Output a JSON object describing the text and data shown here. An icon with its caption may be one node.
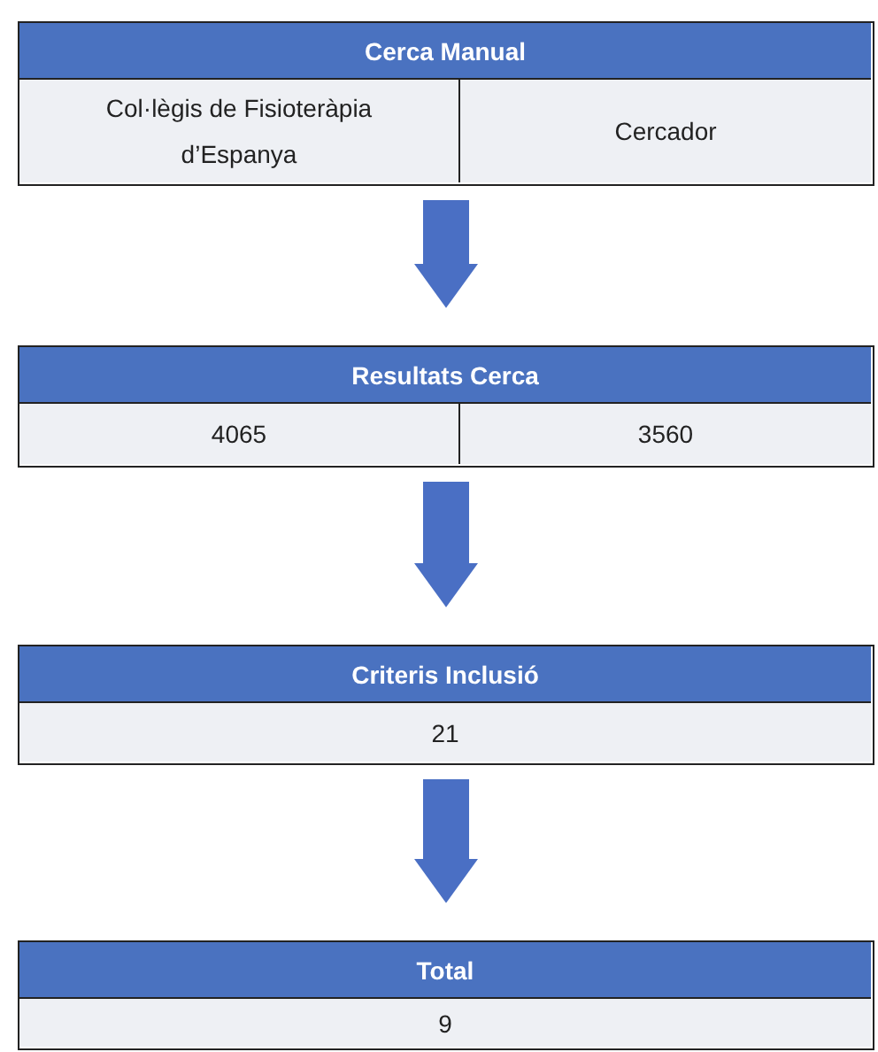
{
  "diagram": {
    "nodes": [
      {
        "text": [],
        "shape": "box"
      },
      {
        "text": [
          "Cerca Manual"
        ],
        "in": 0
      },
      {
        "text": [
          "Col·lègis de Fisioteràpia d’Espanya"
        ],
        "in": 0
      },
      {
        "text": [
          "Cercador"
        ],
        "in": 0
      },
      {
        "text": [],
        "shape": "box"
      },
      {
        "text": [
          "Resultats Cerca"
        ],
        "in": 4
      },
      {
        "text": [
          "4065"
        ],
        "in": 4
      },
      {
        "text": [
          "3560"
        ],
        "in": 4
      },
      {
        "text": [],
        "shape": "box"
      },
      {
        "text": [
          "Criteris Inclusió"
        ],
        "in": 8
      },
      {
        "text": [
          "21"
        ],
        "in": 8
      },
      {
        "text": [],
        "shape": "box"
      },
      {
        "text": [
          "Total"
        ],
        "in": 11
      },
      {
        "text": [
          "9"
        ],
        "in": 11
      }
    ],
    "edges": [
      {
        "from": 0,
        "to": 4,
        "arrow": "to"
      },
      {
        "from": 4,
        "to": 8,
        "arrow": "to"
      },
      {
        "from": 8,
        "to": 11,
        "arrow": "to"
      }
    ]
  }
}
